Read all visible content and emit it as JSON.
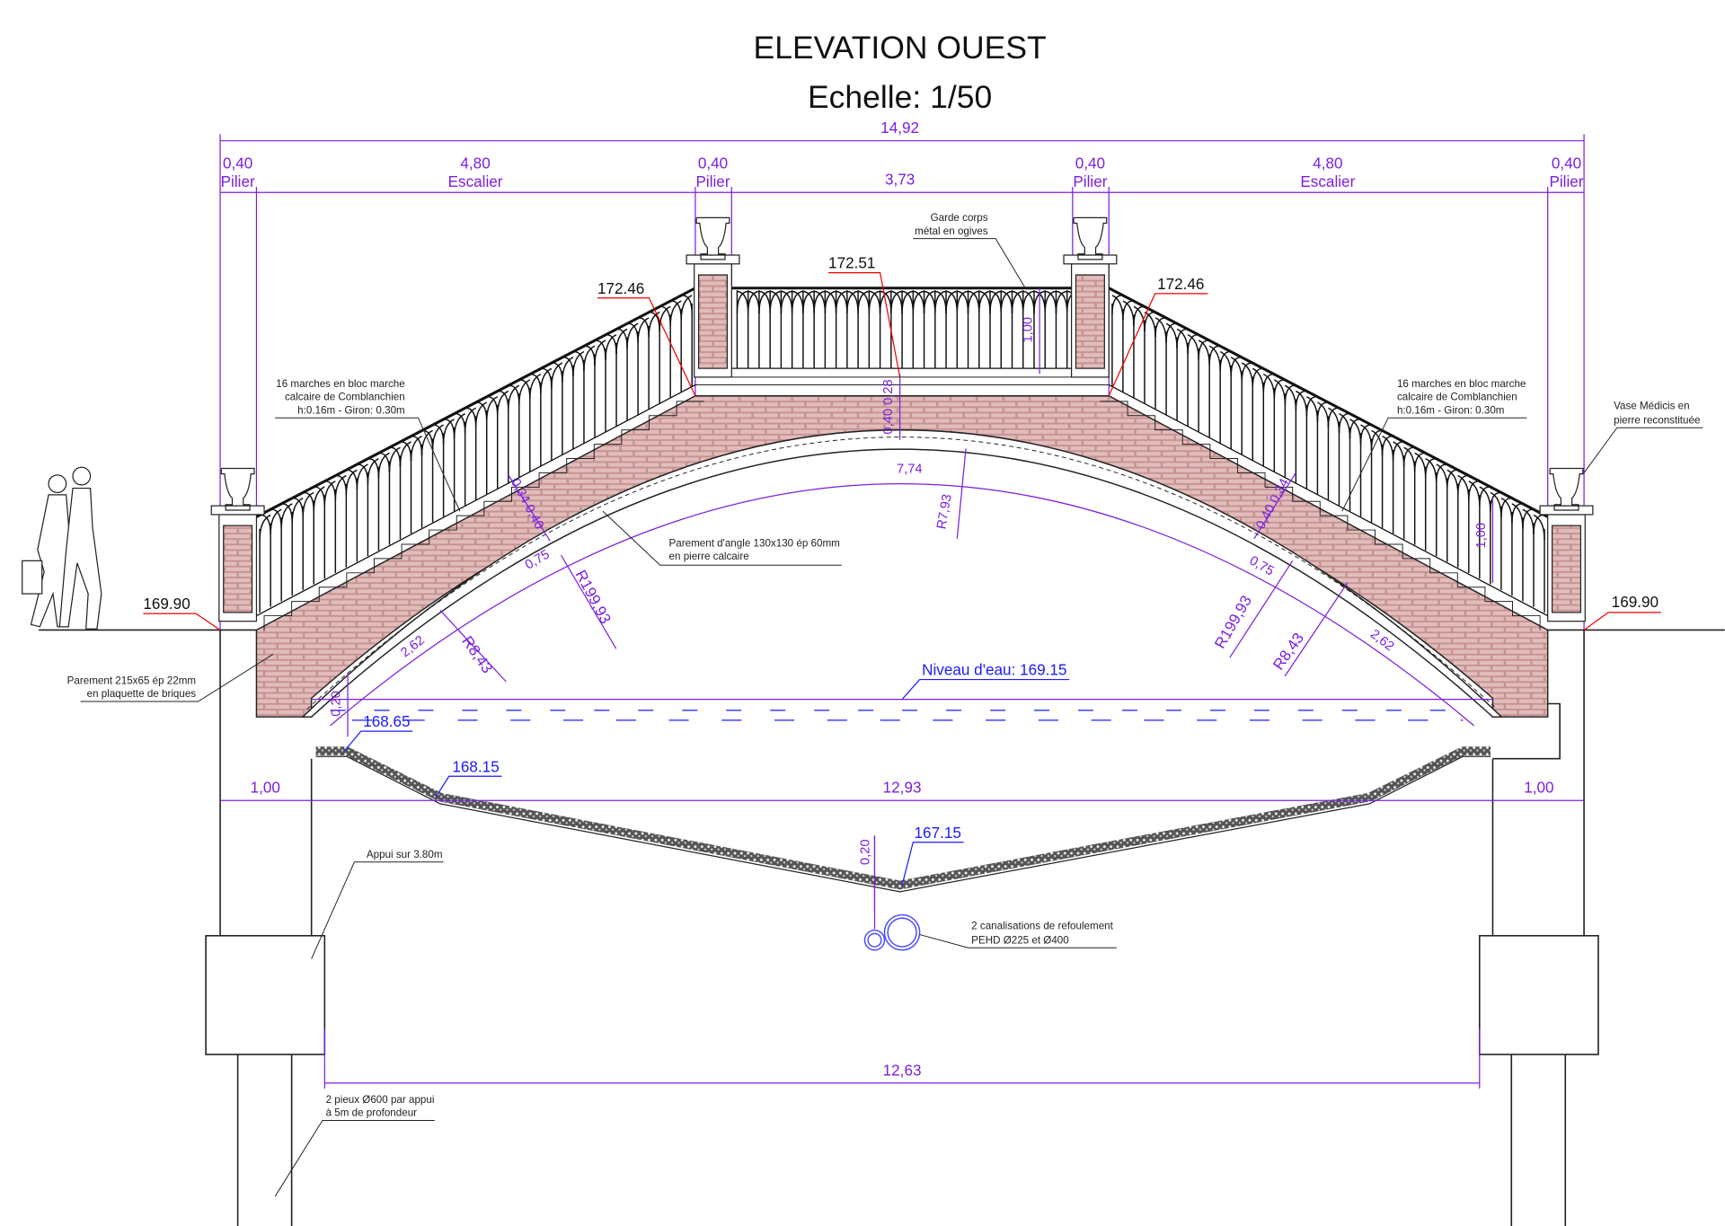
{
  "title": "ELEVATION OUEST",
  "scale": "Echelle: 1/50",
  "colors": {
    "dimension": "#7a1fe0",
    "brick": "#c99a9a",
    "level_leader": "#e00000",
    "water": "#1a1aff"
  },
  "dimensions": {
    "overall": "14,92",
    "pilier_width": "0,40",
    "pilier_label": "Pilier",
    "escalier_width": "4,80",
    "escalier_label": "Escalier",
    "center_span": "3,73",
    "abutment_left": "1,00",
    "main_span": "12,93",
    "abutment_right": "1,00",
    "foundation_span": "12,63",
    "railing_height_center": "1,00",
    "railing_height_stair": "1,00",
    "water_depth": "0,20",
    "bed_thickness": "0,20",
    "deck_thickness": "0,40 0,28",
    "stair_thickness_left": "0,34 0,40",
    "stair_thickness_right": "0,40 0,34",
    "arch_radius": "R7,93",
    "arch_length": "7,74",
    "joint_left": "0,75",
    "joint_right": "0,75",
    "large_radius_left": "R199,93",
    "large_radius_right": "R199,93",
    "small_radius_left": "R8,43",
    "small_radius_right": "R8,43",
    "small_arc_left": "2,62",
    "small_arc_right": "2,62"
  },
  "levels": {
    "stair_top_left": "172.46",
    "deck_top": "172.51",
    "stair_top_right": "172.46",
    "ground_left": "169.90",
    "ground_right": "169.90",
    "water_level": "Niveau d'eau: 169.15",
    "arch_springing": "168.65",
    "bed_side": "168.15",
    "bed_bottom": "167.15"
  },
  "notes": {
    "steps_left": [
      "16 marches en bloc marche",
      "calcaire de Comblanchien",
      "h:0.16m - Giron: 0.30m"
    ],
    "steps_right": [
      "16 marches en bloc marche",
      "calcaire de Comblanchien",
      "h:0.16m - Giron: 0.30m"
    ],
    "railing": [
      "Garde corps",
      "métal en ogives"
    ],
    "vase": [
      "Vase Médicis en",
      "pierre reconstituée"
    ],
    "arch_facing": [
      "Parement d'angle 130x130 ép 60mm",
      "en pierre calcaire"
    ],
    "brick_facing": [
      "Parement 215x65 ép 22mm",
      "en plaquette de briques"
    ],
    "support": [
      "Appui sur 3.80m"
    ],
    "pipes": [
      "2 canalisations de refoulement",
      "PEHD Ø225 et Ø400"
    ],
    "piles": [
      "2 pieux Ø600 par appui",
      "à 5m de profondeur"
    ]
  }
}
